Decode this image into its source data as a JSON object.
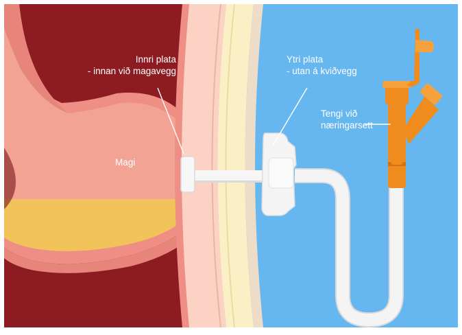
{
  "labels": {
    "inner_plate": {
      "line1": "Innri plata",
      "line2": "- innan við magavegg"
    },
    "outer_plate": {
      "line1": "Ytri plata",
      "line2": "- utan á kviðvegg"
    },
    "feeding_connector": {
      "line1": "Tengi við",
      "line2": "næringarsett"
    },
    "stomach": "Magi"
  },
  "colors": {
    "body_cavity": "#8d1c22",
    "stomach_wall": "#ee8e84",
    "stomach_inside": "#f2a393",
    "gastric_contents": "#f1c35a",
    "abdominal_wall_outer": "#fbd2c3",
    "fat_layer": "#fbefc6",
    "skin": "#ecdcc8",
    "outside": "#66b6f0",
    "tube": "#f2f2f2",
    "connector": "#f08c1e"
  }
}
